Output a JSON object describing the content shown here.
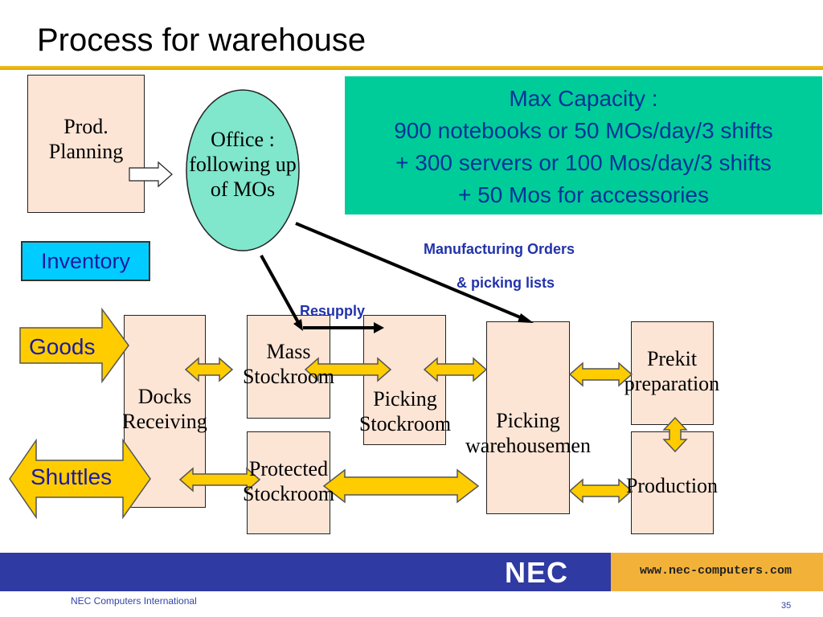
{
  "title": "Process for warehouse",
  "capacity": {
    "lines": [
      "Max Capacity :",
      "900 notebooks or 50 MOs/day/3 shifts",
      "+ 300 servers or 100 Mos/day/3 shifts",
      "+ 50 Mos for accessories"
    ]
  },
  "nodes": {
    "prod_planning": [
      "Prod.",
      "Planning"
    ],
    "office": [
      "Office :",
      "following up",
      "of MOs"
    ],
    "inventory": "Inventory",
    "goods": "Goods",
    "shuttles": "Shuttles",
    "docks": [
      "Docks",
      "Receiving"
    ],
    "mass": [
      "Mass",
      "Stockroom"
    ],
    "protected": [
      "Protected",
      "Stockroom"
    ],
    "picking_stock": [
      "Picking",
      "Stockroom"
    ],
    "picking_wh": [
      "Picking",
      "warehousemen"
    ],
    "prekit": [
      "Prekit",
      "preparation"
    ],
    "production": "Production"
  },
  "labels": {
    "mo_line1": "Manufacturing Orders",
    "mo_line2": "& picking lists",
    "resupply": "Resupply"
  },
  "footer": {
    "brand": "NEC",
    "url": "www.nec-computers.com",
    "company": "NEC Computers International",
    "page": "35"
  },
  "colors": {
    "arrow_fill": "#ffcc00",
    "box_fill": "#fde5d6",
    "office_fill": "#80e6cc",
    "capacity_fill": "#00cc99",
    "inventory_fill": "#00ccff",
    "footer_blue": "#2f3aa3",
    "footer_orange": "#f2b23a"
  }
}
